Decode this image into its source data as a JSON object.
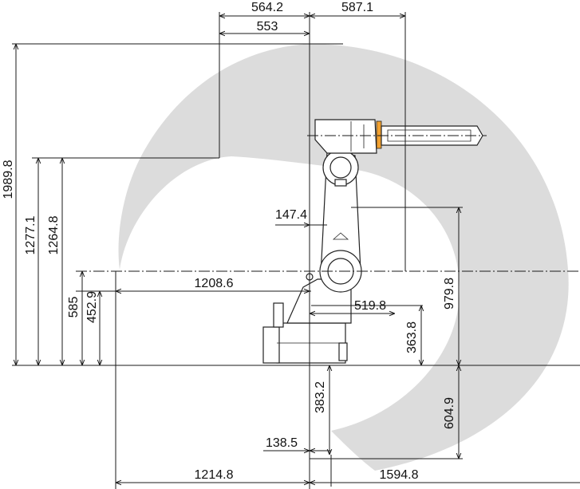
{
  "diagram": {
    "colors": {
      "envelope": "#dcdcdc",
      "line": "#1a1a1a",
      "accent": "#f0a030",
      "robot_fill": "#ffffff"
    },
    "dimensions": {
      "top_left": "564.2",
      "top_right": "587.1",
      "top_inner": "553",
      "left_total": "1989.8",
      "left_a": "1277.1",
      "left_b": "1264.8",
      "left_c": "585",
      "left_d": "452.9",
      "reach_left": "1208.6",
      "upper_offset": "147.4",
      "base_right": "519.8",
      "right_height": "979.8",
      "right_base": "363.8",
      "below_base": "383.2",
      "right_below": "604.9",
      "bottom_offset": "138.5",
      "bottom_left": "1214.8",
      "bottom_right": "1594.8"
    }
  }
}
